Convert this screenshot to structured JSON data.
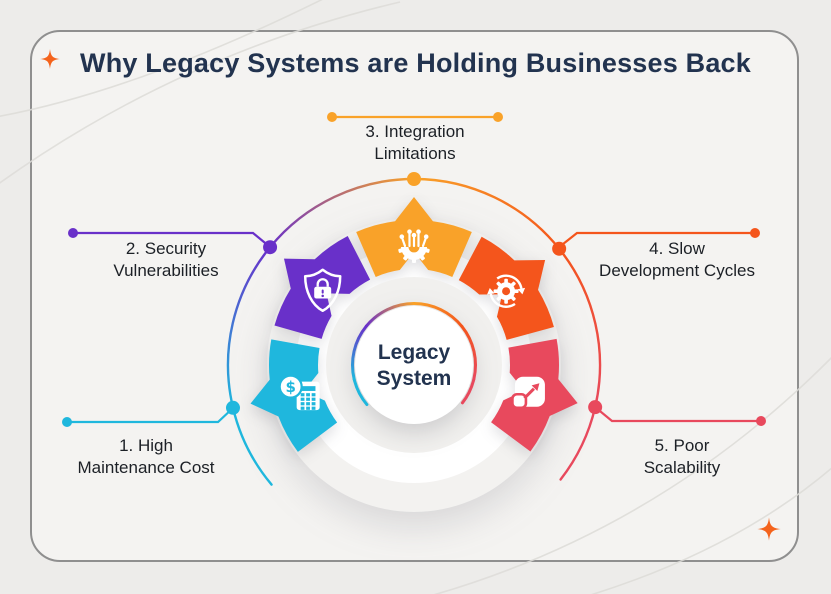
{
  "title": "Why Legacy Systems are Holding Businesses Back",
  "center": {
    "label": "Legacy\nSystem"
  },
  "items": [
    {
      "number": 1,
      "label": "1. High\nMaintenance Cost",
      "position": "bottom-left",
      "color": "#1FB7DD",
      "icon": "cost-calculator-icon"
    },
    {
      "number": 2,
      "label": "2. Security\nVulnerabilities",
      "position": "left",
      "color": "#6930C9",
      "icon": "shield-lock-icon"
    },
    {
      "number": 3,
      "label": "3. Integration\nLimitations",
      "position": "top",
      "color": "#F9A229",
      "icon": "integration-circuit-icon"
    },
    {
      "number": 4,
      "label": "4. Slow\nDevelopment Cycles",
      "position": "right",
      "color": "#F4551C",
      "icon": "dev-cycles-icon"
    },
    {
      "number": 5,
      "label": "5. Poor\nScalability",
      "position": "bottom-right",
      "color": "#E8495D",
      "icon": "scalability-icon"
    }
  ],
  "colors": {
    "background": "#EDECEA",
    "card_background": "#F4F3F1",
    "card_border": "#8F8F8F",
    "title_text": "#22334F",
    "label_text": "#1C2026",
    "center_text": "#22334F",
    "sparkle": "#F4631C",
    "plate": "#F3F2F0",
    "inner_plate": "#F1F0EE"
  }
}
